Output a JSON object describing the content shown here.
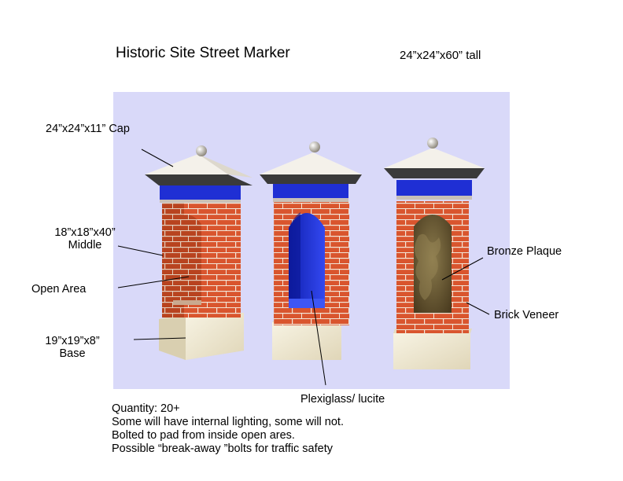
{
  "title": "Historic Site Street Marker",
  "overall_dimensions": "24”x24”x60” tall",
  "labels": {
    "cap": "24”x24”x11” Cap",
    "middle_line1": "18”x18”x40”",
    "middle_line2": "Middle",
    "open_area": "Open Area",
    "base_line1": "19”x19”x8”",
    "base_line2": "Base",
    "plexiglass": "Plexiglass/ lucite",
    "bronze_plaque": "Bronze Plaque",
    "brick_veneer": "Brick Veneer"
  },
  "notes": [
    "Quantity: 20+",
    "Some will have internal lighting, some will not.",
    "Bolted to pad from inside open ares.",
    "Possible “break-away ”bolts for traffic safety"
  ],
  "colors": {
    "panel_background": "#d9d9f9",
    "brick": "#d9552e",
    "mortar": "#f2e6d8",
    "cap_band": "#1f2fd4",
    "cap_top": "#f4f1ea",
    "base_stone": "#efe9d2",
    "plaque": "#6b5a33"
  }
}
